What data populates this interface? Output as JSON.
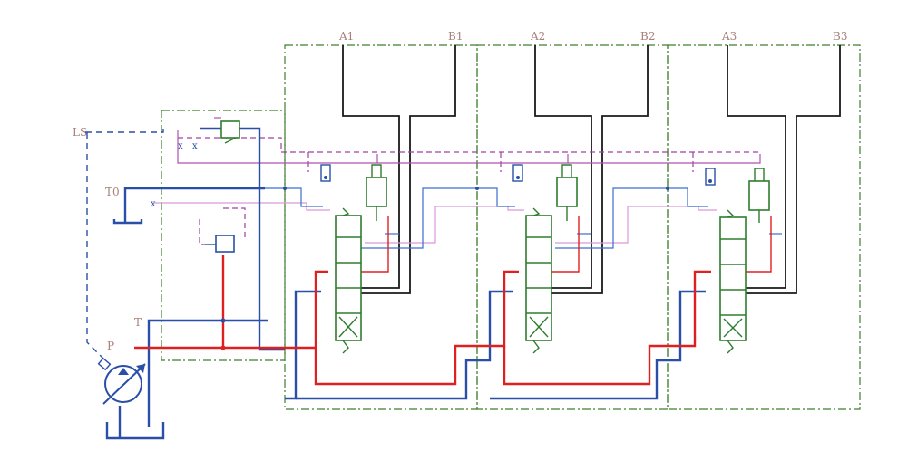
{
  "ports": {
    "A1": "A1",
    "B1": "B1",
    "A2": "A2",
    "B2": "B2",
    "A3": "A3",
    "B3": "B3",
    "LS": "LS",
    "T0": "T0",
    "T": "T",
    "P": "P"
  },
  "colors": {
    "pressure_line": "#e02020",
    "tank_line": "#2a4fa8",
    "work_port_line": "#1a1a1a",
    "pilot_line": "#a040a0",
    "section_border": "#3f7f2f",
    "valve_body": "#2e7d2e"
  }
}
